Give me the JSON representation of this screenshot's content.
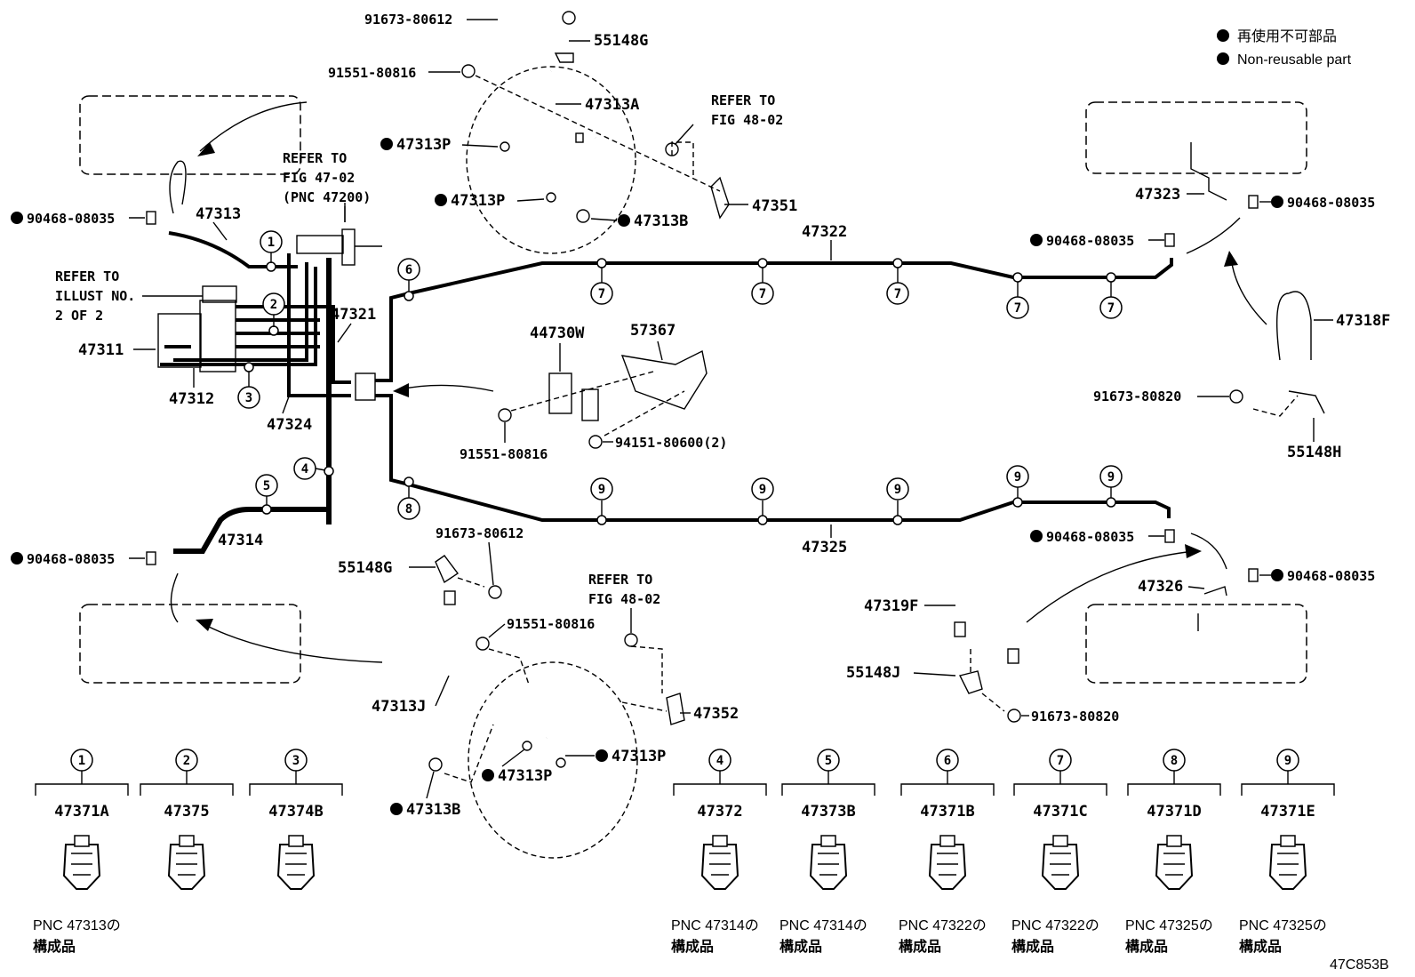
{
  "legend": {
    "non_reusable_jp": "再使用不可部品",
    "non_reusable_en": "Non-reusable part"
  },
  "refer_notes": {
    "fig_47_02": [
      "REFER TO",
      "FIG 47-02",
      "(PNC 47200)"
    ],
    "fig_48_02_top": [
      "REFER TO",
      "FIG 48-02"
    ],
    "fig_48_02_bottom": [
      "REFER TO",
      "FIG 48-02"
    ],
    "illust": [
      "REFER TO",
      "ILLUST NO.",
      "2 OF 2"
    ]
  },
  "parts": {
    "p91673_80612_top": "91673-80612",
    "p55148G_top": "55148G",
    "p91551_80816_top": "91551-80816",
    "p47313A": "47313A",
    "p47313P_1": "47313P",
    "p47313P_2": "47313P",
    "p47313B_top": "47313B",
    "p47351": "47351",
    "p90468_left_top": "90468-08035",
    "p47313": "47313",
    "p47311": "47311",
    "p47321": "47321",
    "p47312": "47312",
    "p47324": "47324",
    "p47314": "47314",
    "p90468_left_bottom": "90468-08035",
    "p47322": "47322",
    "p90468_right_mid": "90468-08035",
    "p47323": "47323",
    "p90468_right_top": "90468-08035",
    "p47318F": "47318F",
    "p91673_80820_right": "91673-80820",
    "p55148H": "55148H",
    "p44730W": "44730W",
    "p57367": "57367",
    "p91551_80816_mid": "91551-80816",
    "p94151": "94151-80600(2)",
    "p47325": "47325",
    "p90468_right_lower": "90468-08035",
    "p47326": "47326",
    "p90468_right_lower2": "90468-08035",
    "p47319F": "47319F",
    "p55148J": "55148J",
    "p91673_80820_bottom": "91673-80820",
    "p91673_80612_bottom": "91673-80612",
    "p55148G_bottom": "55148G",
    "p91551_80816_bottom": "91551-80816",
    "p47313J": "47313J",
    "p47352": "47352",
    "p47313P_3": "47313P",
    "p47313P_4": "47313P",
    "p47313B_bottom": "47313B"
  },
  "callouts": {
    "c1": "1",
    "c2": "2",
    "c3": "3",
    "c4": "4",
    "c5": "5",
    "c6": "6",
    "c7": "7",
    "c8": "8",
    "c9": "9"
  },
  "clips": [
    {
      "num": "1",
      "part": "47371A",
      "note1": "PNC 47313の",
      "note2": "構成品"
    },
    {
      "num": "2",
      "part": "47375",
      "note1": "",
      "note2": ""
    },
    {
      "num": "3",
      "part": "47374B",
      "note1": "",
      "note2": ""
    },
    {
      "num": "4",
      "part": "47372",
      "note1": "PNC 47314の",
      "note2": "構成品"
    },
    {
      "num": "5",
      "part": "47373B",
      "note1": "PNC 47314の",
      "note2": "構成品"
    },
    {
      "num": "6",
      "part": "47371B",
      "note1": "PNC 47322の",
      "note2": "構成品"
    },
    {
      "num": "7",
      "part": "47371C",
      "note1": "PNC 47322の",
      "note2": "構成品"
    },
    {
      "num": "8",
      "part": "47371D",
      "note1": "PNC 47325の",
      "note2": "構成品"
    },
    {
      "num": "9",
      "part": "47371E",
      "note1": "PNC 47325の",
      "note2": "構成品"
    }
  ],
  "figure_code": "47C853B"
}
